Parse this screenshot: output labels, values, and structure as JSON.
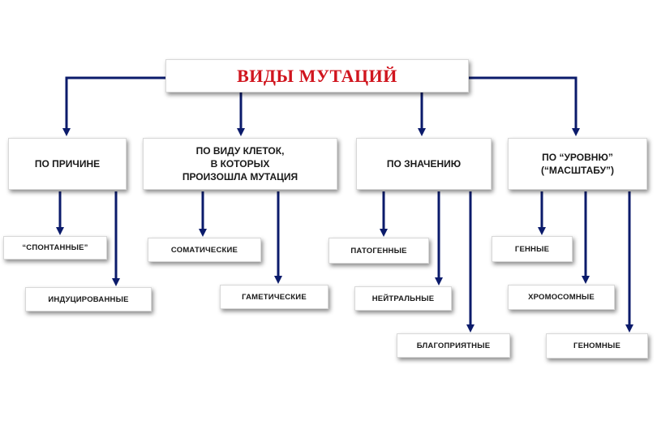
{
  "title": "ВИДЫ  МУТАЦИЙ",
  "categories": [
    {
      "id": "cause",
      "lines": [
        "ПО ПРИЧИНЕ"
      ]
    },
    {
      "id": "cells",
      "lines": [
        "ПО ВИДУ КЛЕТОК,",
        "В КОТОРЫХ",
        "ПРОИЗОШЛА МУТАЦИЯ"
      ]
    },
    {
      "id": "value",
      "lines": [
        "ПО ЗНАЧЕНИЮ"
      ]
    },
    {
      "id": "level",
      "lines": [
        "ПО “УРОВНЮ”",
        "(“МАСШТАБУ”)"
      ]
    }
  ],
  "leaves": {
    "spontaneous": "“СПОНТАННЫЕ”",
    "induced": "ИНДУЦИРОВАННЫЕ",
    "somatic": "СОМАТИЧЕСКИЕ",
    "gametic": "ГАМЕТИЧЕСКИЕ",
    "pathogenic": "ПАТОГЕННЫЕ",
    "neutral": "НЕЙТРАЛЬНЫЕ",
    "beneficial": "БЛАГОПРИЯТНЫЕ",
    "gene": "ГЕННЫЕ",
    "chromosomal": "ХРОМОСОМНЫЕ",
    "genomic": "ГЕНОМНЫЕ"
  },
  "colors": {
    "title": "#d0151e",
    "arrows": "#0b1b6b",
    "box_border": "#d8d8d8"
  }
}
